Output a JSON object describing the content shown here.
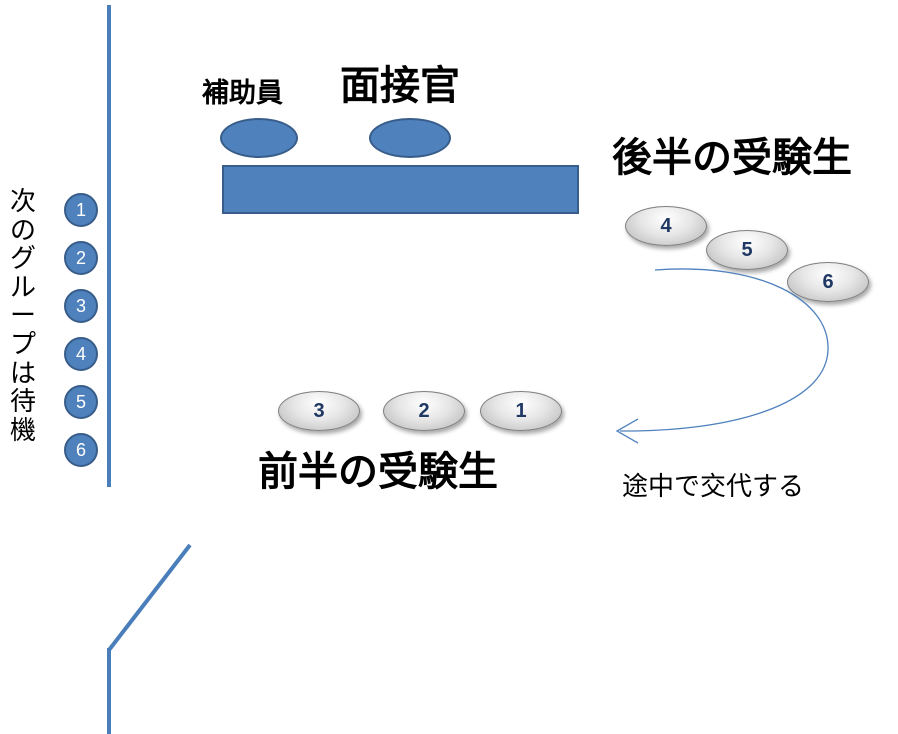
{
  "labels": {
    "assistant": "補助員",
    "interviewer": "面接官",
    "latter_half": "後半の受験生",
    "first_half": "前半の受験生",
    "swap": "途中で交代する",
    "waiting": "次のグループは待機"
  },
  "waiting_group": [
    "1",
    "2",
    "3",
    "4",
    "5",
    "6"
  ],
  "first_half_students": [
    "3",
    "2",
    "1"
  ],
  "latter_half_students": [
    "4",
    "5",
    "6"
  ],
  "colors": {
    "blue": "#4f81bd",
    "blue_border": "#385d8a",
    "wall": "#4a7ebb",
    "pill_text": "#1f3864"
  }
}
